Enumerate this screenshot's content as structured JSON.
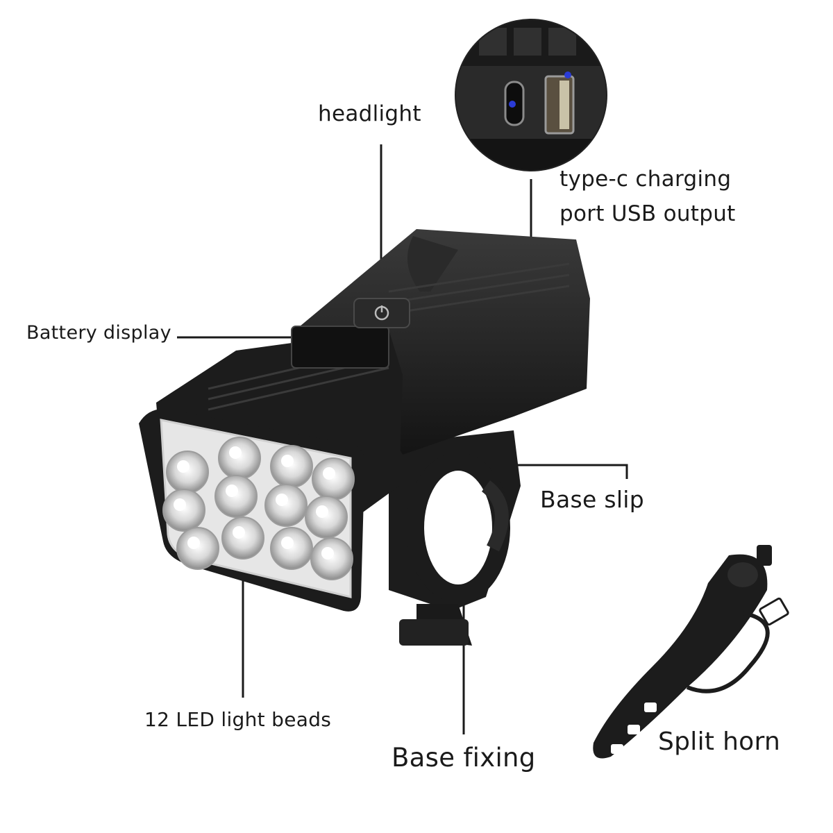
{
  "labels": {
    "headlight": "headlight",
    "typec_line1": "type-c charging",
    "typec_line2": "port USB output",
    "battery_display": "Battery display",
    "base_slip": "Base slip",
    "led_beads": "12 LED light beads",
    "base_fixing": "Base fixing",
    "split_horn": "Split horn"
  },
  "colors": {
    "background": "#ffffff",
    "body": "#1c1c1c",
    "body_highlight": "#3a3a3a",
    "lens_frame": "#e8e8e8",
    "led_glow": "#d6d6d6",
    "leader_line": "#1a1a1a",
    "port_accent": "#2a3bd6"
  },
  "icons": {
    "power_button": "power-icon",
    "usb_c_port": "usb-c-port-icon",
    "usb_a_port": "usb-a-port-icon"
  }
}
